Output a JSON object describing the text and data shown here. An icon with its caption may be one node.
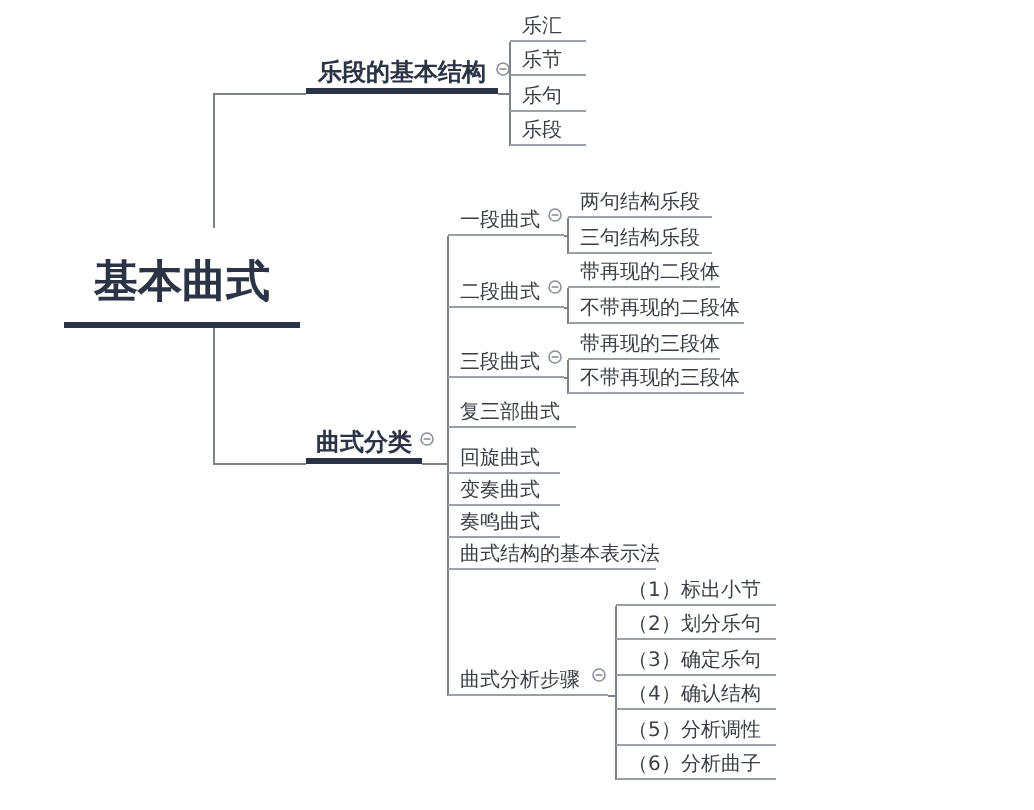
{
  "diagram": {
    "nodes": [
      {
        "text": [
          "基本曲式"
        ]
      },
      {
        "text": [
          "乐段的基本结构"
        ]
      },
      {
        "text": [
          "乐汇"
        ]
      },
      {
        "text": [
          "乐节"
        ]
      },
      {
        "text": [
          "乐句"
        ]
      },
      {
        "text": [
          "乐段"
        ]
      },
      {
        "text": [
          "曲式分类"
        ]
      },
      {
        "text": [
          "一段曲式"
        ]
      },
      {
        "text": [
          "两句结构乐段"
        ]
      },
      {
        "text": [
          "三句结构乐段"
        ]
      },
      {
        "text": [
          "二段曲式"
        ]
      },
      {
        "text": [
          "带再现的二段体"
        ]
      },
      {
        "text": [
          "不带再现的二段体"
        ]
      },
      {
        "text": [
          "三段曲式"
        ]
      },
      {
        "text": [
          "带再现的三段体"
        ]
      },
      {
        "text": [
          "不带再现的三段体"
        ]
      },
      {
        "text": [
          "复三部曲式"
        ]
      },
      {
        "text": [
          "回旋曲式"
        ]
      },
      {
        "text": [
          "变奏曲式"
        ]
      },
      {
        "text": [
          "奏鸣曲式"
        ]
      },
      {
        "text": [
          "曲式结构的基本表示法"
        ]
      },
      {
        "text": [
          "曲式分析步骤"
        ]
      },
      {
        "text": [
          "（1）标出小节"
        ]
      },
      {
        "text": [
          "（2）划分乐句"
        ]
      },
      {
        "text": [
          "（3）确定乐句"
        ]
      },
      {
        "text": [
          "（4）确认结构"
        ]
      },
      {
        "text": [
          "（5）分析调性"
        ]
      },
      {
        "text": [
          "（6）分析曲子"
        ]
      }
    ],
    "edges": [
      {
        "from": 0,
        "to": 1,
        "arrow": "none"
      },
      {
        "from": 1,
        "to": 2,
        "arrow": "none"
      },
      {
        "from": 1,
        "to": 3,
        "arrow": "none"
      },
      {
        "from": 1,
        "to": 4,
        "arrow": "none"
      },
      {
        "from": 1,
        "to": 5,
        "arrow": "none"
      },
      {
        "from": 0,
        "to": 6,
        "arrow": "none"
      },
      {
        "from": 6,
        "to": 7,
        "arrow": "none"
      },
      {
        "from": 7,
        "to": 8,
        "arrow": "none"
      },
      {
        "from": 7,
        "to": 9,
        "arrow": "none"
      },
      {
        "from": 6,
        "to": 10,
        "arrow": "none"
      },
      {
        "from": 10,
        "to": 11,
        "arrow": "none"
      },
      {
        "from": 10,
        "to": 12,
        "arrow": "none"
      },
      {
        "from": 6,
        "to": 13,
        "arrow": "none"
      },
      {
        "from": 13,
        "to": 14,
        "arrow": "none"
      },
      {
        "from": 13,
        "to": 15,
        "arrow": "none"
      },
      {
        "from": 6,
        "to": 16,
        "arrow": "none"
      },
      {
        "from": 6,
        "to": 17,
        "arrow": "none"
      },
      {
        "from": 6,
        "to": 18,
        "arrow": "none"
      },
      {
        "from": 6,
        "to": 19,
        "arrow": "none"
      },
      {
        "from": 6,
        "to": 20,
        "arrow": "none"
      },
      {
        "from": 6,
        "to": 21,
        "arrow": "none"
      },
      {
        "from": 21,
        "to": 22,
        "arrow": "none"
      },
      {
        "from": 21,
        "to": 23,
        "arrow": "none"
      },
      {
        "from": 21,
        "to": 24,
        "arrow": "none"
      },
      {
        "from": 21,
        "to": 25,
        "arrow": "none"
      },
      {
        "from": 21,
        "to": 26,
        "arrow": "none"
      },
      {
        "from": 21,
        "to": 27,
        "arrow": "none"
      }
    ]
  }
}
